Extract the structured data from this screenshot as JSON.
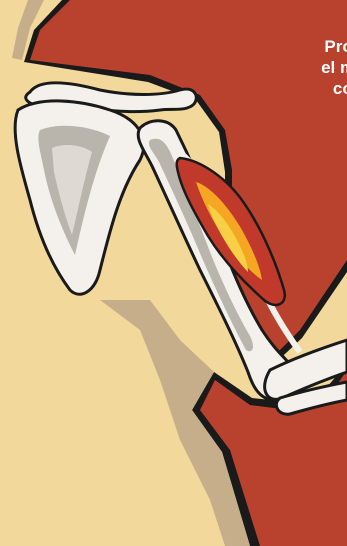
{
  "caption": {
    "line1": "Proce",
    "line2": "el mús",
    "line3": "con"
  },
  "colors": {
    "background": "#b8422d",
    "skin": "#f3d89b",
    "skin_shadow": "#c7ae8a",
    "outline": "#1a1a1a",
    "bone": "#f4f1ec",
    "bone_shadow": "#b9b5ad",
    "muscle": "#c0392b",
    "muscle_highlight": "#f5a623",
    "muscle_core": "#f7d046",
    "caption_text": "#ffffff"
  }
}
